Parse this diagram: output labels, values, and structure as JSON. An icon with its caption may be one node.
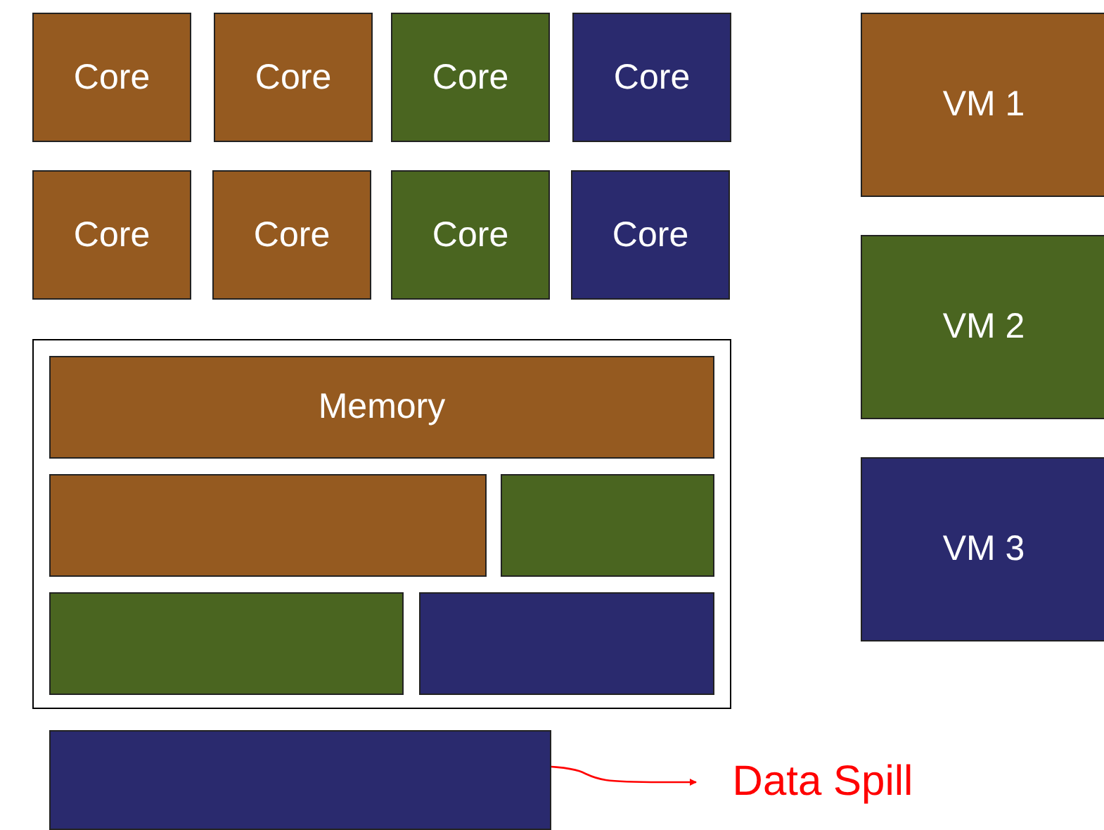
{
  "diagram": {
    "nodes": [
      {
        "text": [
          "Core"
        ]
      },
      {
        "text": [
          "Core"
        ]
      },
      {
        "text": [
          "Core"
        ]
      },
      {
        "text": [
          "Core"
        ]
      },
      {
        "text": [
          "Core"
        ]
      },
      {
        "text": [
          "Core"
        ]
      },
      {
        "text": [
          "Core"
        ]
      },
      {
        "text": [
          "Core"
        ]
      },
      {
        "text": [
          "VM 1"
        ]
      },
      {
        "text": [
          "VM 2"
        ]
      },
      {
        "text": [
          "VM 3"
        ]
      },
      {
        "text": [],
        "shape": "box"
      },
      {
        "text": [
          "Memory"
        ],
        "in": 11
      },
      {
        "text": [],
        "shape": "bar",
        "in": 11
      },
      {
        "text": [],
        "shape": "bar",
        "in": 11
      },
      {
        "text": [],
        "shape": "bar",
        "in": 11
      },
      {
        "text": [],
        "shape": "bar",
        "in": 11
      },
      {
        "text": [],
        "shape": "bar"
      },
      {
        "text": [
          "Data Spill"
        ]
      }
    ],
    "edges": [
      {
        "from": 17,
        "to": 18,
        "arrow": "to",
        "color": "#ff0000"
      }
    ]
  }
}
